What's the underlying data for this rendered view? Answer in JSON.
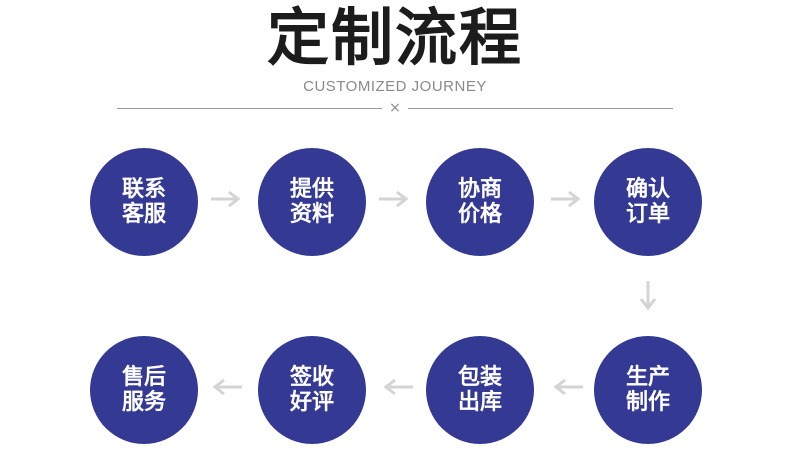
{
  "header": {
    "title": "定制流程",
    "subtitle": "CUSTOMIZED JOURNEY",
    "divider_mark": "×"
  },
  "steps": [
    {
      "label": "联系客服"
    },
    {
      "label": "提供资料"
    },
    {
      "label": "协商价格"
    },
    {
      "label": "确认订单"
    },
    {
      "label": "生产制作"
    },
    {
      "label": "包装出库"
    },
    {
      "label": "签收好评"
    },
    {
      "label": "售后服务"
    }
  ],
  "colors": {
    "circle": "#343a94",
    "arrow": "#d4d4d4",
    "title": "#1c1c1c",
    "subtitle": "#8a8a8a"
  },
  "icons": {
    "arrow_right": "arrow-right-icon",
    "arrow_left": "arrow-left-icon",
    "arrow_down": "arrow-down-icon"
  }
}
